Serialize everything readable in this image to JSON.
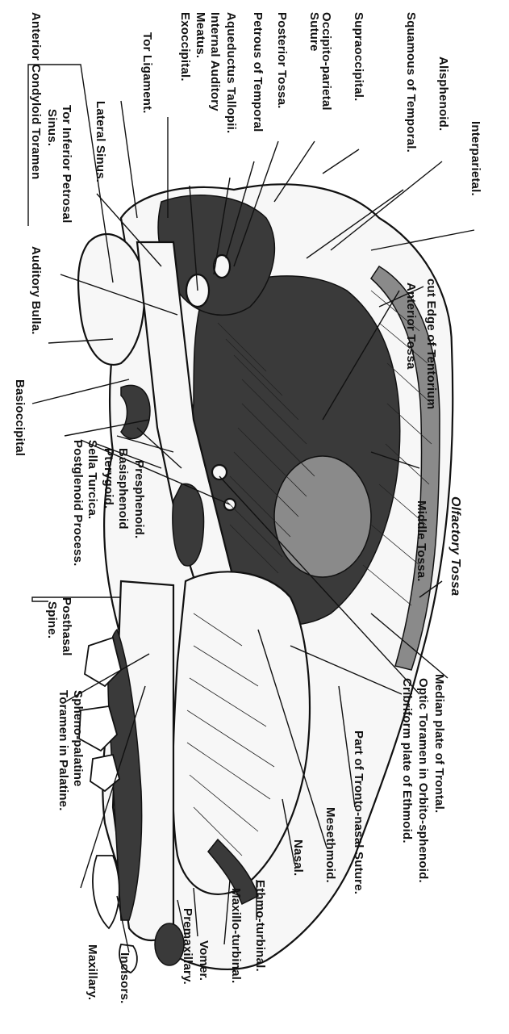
{
  "labels": {
    "interparietal": "Interparietal.",
    "alisphenoid": "Alisphenoid.",
    "squamous_temporal": "Squamous of Temporal.",
    "supraoccipital": "Supraoccipital.",
    "occipito_parietal_1": "Occipito-parietal",
    "occipito_parietal_2": "Suture",
    "posterior_fossa": "Posterior Tossa.",
    "petrous_temporal": "Petrous of Temporal",
    "aqueductus": "Aqueductus Tallopii.",
    "internal_auditory_1": "Internal Auditory",
    "internal_auditory_2": "Meatus.",
    "exoccipital": "Exoccipital.",
    "tor_ligament": "Tor Ligament.",
    "lateral_sinus": "Lateral Sinus.",
    "tor_inferior_petrosal_1": "Tor Inferior Petrosal",
    "tor_inferior_petrosal_2": "Sinus.",
    "anterior_condyloid": "Anterior Condyloid Toramen",
    "auditory_bulla": "Auditory Bulla.",
    "basioccipital": "Basioccipital",
    "cut_edge_tentorium": "cut Edge of Tentorium",
    "anterior_fossa": "Anterior Tossa",
    "olfactory_fossa": "Olfactory Tossa",
    "middle_fossa": "Middle Tossa.",
    "presphenoid": "Presphenoid.",
    "basisphenoid": "Basisphenoid",
    "pterygoid": "Pterygoid.",
    "sella_turcica": "Sella Turcica.",
    "postglenoid": "Postglenoid Process.",
    "posthasal_1": "Posthasal",
    "posthasal_2": "Spine.",
    "spheno_palatine_1": "Spheno-palatine",
    "spheno_palatine_2": "Toramen in Palatine.",
    "median_plate": "Median plate of Trontal.",
    "optic_foramen": "Optic Toramen in Orbito-sphenoid.",
    "cribriform": "Cribriform plate of Ethmoid.",
    "fronto_nasal": "Part of Tronto-nasal Suture.",
    "mesethmoid": "Mesethmoid.",
    "nasal": "Nasal.",
    "ethmo_turbinal": "Ethmo-turbinal.",
    "maxillo_turbinal": "Maxillo-turbinal.",
    "premaxillary": "Premaxillary.",
    "vomer": "Vomer.",
    "incisors": "Incisors.",
    "maxillary": "Maxillary."
  }
}
